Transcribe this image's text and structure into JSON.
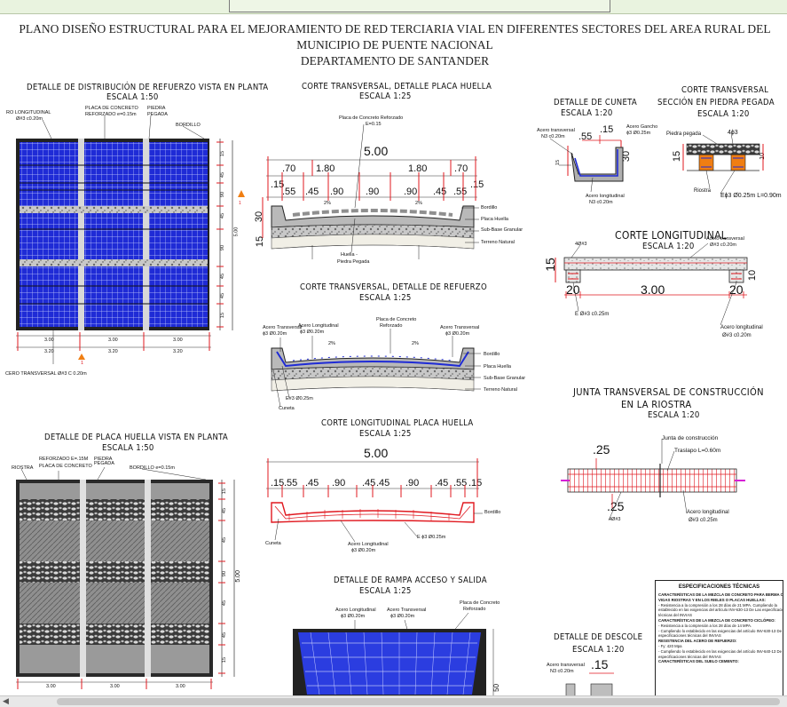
{
  "title_line1": "PLANO DISEÑO ESTRUCTURAL PARA EL MEJORAMIENTO DE RED TERCIARIA VIAL EN DIFERENTES SECTORES DEL AREA RURAL DEL MUNICIPIO DE PUENTE NACIONAL",
  "title_line2": "DEPARTAMENTO DE SANTANDER",
  "plan1": {
    "title": "DETALLE DE DISTRIBUCIÓN DE REFUERZO VISTA EN PLANTA",
    "scale": "ESCALA 1:50",
    "lbl_ro": "RO LONGITUDINAL",
    "lbl_ro2": "Ø#3 c0.20m",
    "lbl_placa": "PLACA DE CONCRETO",
    "lbl_ref": "REFORZADO e=0.15m",
    "lbl_piedra": "PIEDRA",
    "lbl_pegada": "PEGADA",
    "lbl_bordillo": "BORDILLO",
    "lbl_transv": "CERO TRANSVERSAL Ø#3 C 0.20m",
    "dims_bottom": [
      "3.00",
      "3.00",
      "3.00"
    ],
    "dims_bottom2": [
      "3.20",
      "3.20",
      "3.20"
    ],
    "dims_right": [
      "15",
      "45",
      "90",
      "45",
      "5.00",
      "90",
      "45",
      "45",
      "15"
    ],
    "marker": "1"
  },
  "plan2": {
    "title": "DETALLE DE PLACA HUELLA VISTA EN PLANTA",
    "scale": "ESCALA 1:50",
    "lbl_riostra": "RIOSTRA",
    "lbl_ref": "REFORZADO E=.15M",
    "lbl_placa": "PLACA DE CONCRETO",
    "lbl_piedra": "PIEDRA",
    "lbl_pegada": "PEGADA",
    "lbl_bordillo": "BORDILLO e=0.15m",
    "dims_bottom": [
      "3.00",
      "3.00",
      "3.00"
    ],
    "dims_right": [
      "15",
      "45",
      "45",
      "5.00",
      "90",
      "45",
      "45",
      "15"
    ]
  },
  "sec1": {
    "title": "CORTE TRANSVERSAL, DETALLE PLACA HUELLA",
    "scale": "ESCALA 1:25",
    "lbl_placa": "Placa de Concreto Reforzado",
    "lbl_e": "E=0.15",
    "total": "5.00",
    "dims_a": [
      ".70",
      "1.80",
      "1.80",
      ".70"
    ],
    "dims_b": [
      ".15",
      ".55",
      ".45",
      ".90",
      ".90",
      ".90",
      ".45",
      ".55",
      ".15"
    ],
    "dim_30": "30",
    "dim_15": "15",
    "pct": [
      "2%",
      "2%"
    ],
    "lbl_huella": "Huella -",
    "lbl_piedra": "Piedra Pegada",
    "legend": [
      "Bordillo",
      "Placa Huella",
      "Sub-Base Granular",
      "Terreno Natural"
    ]
  },
  "sec2": {
    "title": "CORTE TRANSVERSAL, DETALLE DE REFUERZO",
    "scale": "ESCALA 1:25",
    "lbl_acero_t": "Acero Transversal",
    "lbl_acero_t2": "ɸ3 Ø0.20m",
    "lbl_acero_l": "Acero Longitudinal",
    "lbl_acero_l2": "ɸ3 Ø0.20m",
    "lbl_placa": "Placa de Concreto",
    "lbl_ref": "Reforzado",
    "lbl_acero_t_r": "Acero Transversal",
    "lbl_acero_t_r2": "ɸ3 Ø0.20m",
    "lbl_e": "E#3 Ø0.25m",
    "lbl_cuneta": "Cuneta",
    "pct": [
      "2%",
      "2%"
    ],
    "legend": [
      "Bordillo",
      "Placa Huella",
      "Sub-Base Granular",
      "Terreno Natural"
    ]
  },
  "sec3": {
    "title": "CORTE LONGITUDINAL PLACA HUELLA",
    "scale": "ESCALA 1:25",
    "total": "5.00",
    "dims": [
      ".15",
      ".55",
      ".45",
      ".90",
      ".45",
      ".45",
      ".90",
      ".45",
      ".55",
      ".15"
    ],
    "lbl_bordillo": "Bordillo",
    "lbl_cuneta": "Cuneta",
    "lbl_acero_l": "Acero Longitudinal",
    "lbl_acero_l2": "ɸ3 Ø0.20m",
    "lbl_e": "E ɸ3 Ø0.25m"
  },
  "rampa": {
    "title": "DETALLE DE RAMPA ACCESO Y SALIDA",
    "scale": "ESCALA 1:25",
    "lbl_acero_l": "Acero Longitudinal",
    "lbl_acero_l2": "ɸ3 Ø0.20m",
    "lbl_acero_t": "Acero Transversal",
    "lbl_acero_t2": "ɸ3 Ø0.20m",
    "lbl_placa": "Placa de Concreto",
    "lbl_ref": "Reforzado",
    "dim": "50"
  },
  "cuneta": {
    "title": "DETALLE DE CUNETA",
    "scale": "ESCALA 1:20",
    "lbl_acero_t": "Acero transversal",
    "lbl_acero_t2": "N3 c0.20m",
    "lbl_gancho": "Acero Gancho",
    "lbl_gancho2": "ɸ3 Ø0.25m",
    "dim_55": ".55",
    "dim_15": ".15",
    "dim_30": "30",
    "dim_v15": "15",
    "lbl_long": "Acero longitudinal",
    "lbl_long2": "N3 c0.20m"
  },
  "piedra": {
    "title1": "CORTE TRANSVERSAL",
    "title2": "SECCIÓN EN PIEDRA PEGADA",
    "scale": "ESCALA 1:20",
    "lbl_piedra": "Piedra pegada",
    "lbl_4": "4ɸ3",
    "dim_15": "15",
    "dim_10": "10",
    "lbl_riostra": "Riostra",
    "lbl_e": "Eɸ3 Ø0.25m L=0.90m"
  },
  "corte_long": {
    "title": "CORTE LONGITUDINAL",
    "scale": "ESCALA 1:20",
    "lbl_4n3": "4Ø#3",
    "lbl_acero_t": "Acero transversal",
    "lbl_acero_t2": "Ø#3 c0.20m",
    "dim_15": "15",
    "dim_20a": "20",
    "dim_300": "3.00",
    "dim_20b": "20",
    "dim_10": "10",
    "lbl_e": "E Ø#3 c0.25m",
    "lbl_long": "Acero longitudinal",
    "lbl_long2": "Ø#3 c0.20m"
  },
  "junta": {
    "title1": "JUNTA TRANSVERSAL DE CONSTRUCCIÓN",
    "title2": "EN LA RIOSTRA",
    "scale": "ESCALA 1:20",
    "lbl_junta": "Junta de construcción",
    "lbl_traslapo": "Traslapo L=0.60m",
    "dim_25a": ".25",
    "dim_25b": ".25",
    "lbl_4n3": "4Ø#3",
    "lbl_long": "Acero longitudinal",
    "lbl_long2": "Ø#3 c0.25m"
  },
  "descole": {
    "title": "DETALLE DE DESCOLE",
    "scale": "ESCALA 1:20",
    "lbl_acero": "Acero transversal",
    "lbl_acero2": "N3 c0.20m",
    "dim": ".15"
  },
  "specs": {
    "title": "ESPECIFICACIONES TÉCNICAS",
    "lines": [
      {
        "t": "CARACTERÍSTICAS DE LA MEZCLA DE CONCRETO PARA BERMA CUNETA,",
        "b": true
      },
      {
        "t": "VIGAS RIOSTRAS Y EN LOS RIELES O PLACAS HUELLAS:",
        "b": true
      },
      {
        "t": "- Resistencia a la compresión a los 28 días de 21 MPA. Cumpliendo la",
        "b": false
      },
      {
        "t": "  establecido en las exigencias del artículo INV-630-13 De Las especificaciones",
        "b": false
      },
      {
        "t": "  técnicas del INVIAS",
        "b": false
      },
      {
        "t": "CARACTERÍSTICAS DE LA MEZCLA DE CONCRETO CICLÓPEO:",
        "b": true
      },
      {
        "t": "- Resistencia a la compresión a los 28 días de 14 MPA.",
        "b": false
      },
      {
        "t": "- Cumpliendo lo establecido en las exigencias del artículo INV-630-13 De Las",
        "b": false
      },
      {
        "t": "  especificaciones técnicas del INVIAS",
        "b": false
      },
      {
        "t": "RESISTENCIA DEL ACERO DE REFUERZO:",
        "b": true
      },
      {
        "t": "- Fy: 420 Mpa",
        "b": false
      },
      {
        "t": "- Cumpliendo lo establecido en las exigencias del artículo INV-640-13 De Las",
        "b": false
      },
      {
        "t": "  especificaciones técnicas del INVIAS",
        "b": false
      },
      {
        "t": "CARACTERÍSTICAS DEL SUELO CEMENTO:",
        "b": true
      }
    ]
  },
  "colors": {
    "rebar_blue": "#1f2bd6",
    "rebar_red": "#e0181f",
    "slab_grey": "#9a9a9a",
    "marker_orange": "#f07e12",
    "titlebar_green": "#e9f3df"
  },
  "scrollbar": {
    "left_arrow": "◀"
  }
}
